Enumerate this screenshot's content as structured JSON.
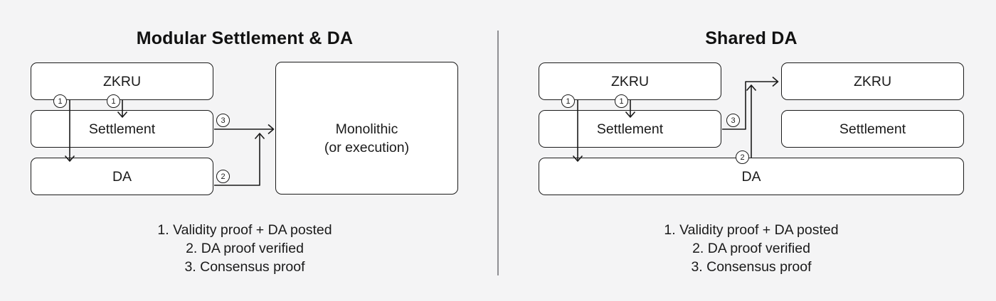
{
  "colors": {
    "background": "#f4f4f5",
    "box_fill": "#ffffff",
    "box_border": "#1a1a1a",
    "divider": "#8f8f93",
    "text": "#111111"
  },
  "left_panel": {
    "title": "Modular Settlement & DA",
    "boxes": {
      "zkru": "ZKRU",
      "settlement": "Settlement",
      "da": "DA",
      "monolithic_line1": "Monolithic",
      "monolithic_line2": "(or execution)"
    },
    "markers": {
      "validity_left": "1",
      "validity_right": "1",
      "da_proof": "2",
      "consensus": "3"
    },
    "legend": {
      "item1": "1. Validity proof + DA posted",
      "item2": "2. DA proof verified",
      "item3": "3. Consensus proof"
    }
  },
  "right_panel": {
    "title": "Shared DA",
    "boxes": {
      "zkru_left": "ZKRU",
      "settlement_left": "Settlement",
      "da": "DA",
      "zkru_right": "ZKRU",
      "settlement_right": "Settlement"
    },
    "markers": {
      "validity_left": "1",
      "validity_right": "1",
      "da_proof": "2",
      "consensus": "3"
    },
    "legend": {
      "item1": "1. Validity proof + DA posted",
      "item2": "2. DA proof verified",
      "item3": "3. Consensus proof"
    }
  }
}
